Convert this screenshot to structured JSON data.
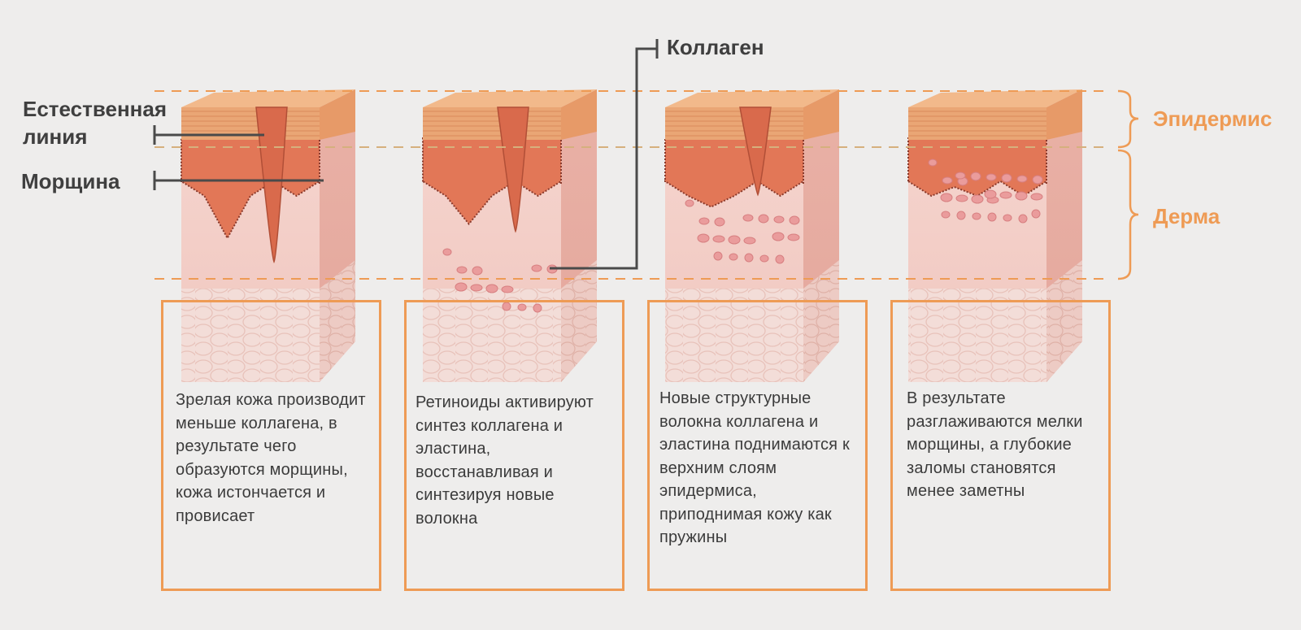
{
  "labels": {
    "natural_line": "Естественная линия",
    "wrinkle": "Морщина",
    "collagen": "Коллаген",
    "epidermis": "Эпидермис",
    "dermis": "Дерма"
  },
  "panels": [
    {
      "id": "mature",
      "caption": "Зрелая кожа производит меньше коллагена, в результате чего образуются морщины, кожа истончается и провисает"
    },
    {
      "id": "retinoids",
      "caption": "Ретиноиды активируют синтез коллагена и эластина, восстанавливая и синтезируя новые волокна"
    },
    {
      "id": "new-fibers",
      "caption": "Новые структурные волокна коллагена и эластина поднимаются к верхним слоям эпидермиса, приподнимая кожу как пружины"
    },
    {
      "id": "result",
      "caption": "В результате разглаживаются мелки морщины, а глубокие заломы становятся менее заметны"
    }
  ],
  "colors": {
    "accent": "#ee9b55",
    "dark_text": "#3f3f3f",
    "background": "#eeedec",
    "skin_top": "#e9a572",
    "epidermis_band": "#e27757",
    "dermis": "#f3cfc7",
    "collagen_dot": "#ea9c9c"
  }
}
